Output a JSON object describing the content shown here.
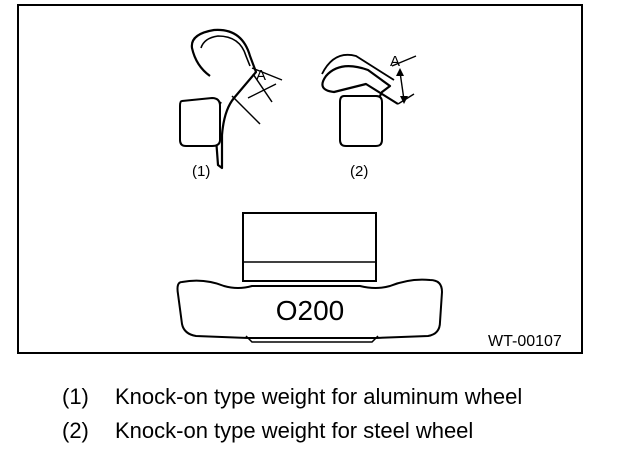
{
  "figure": {
    "callout_1": "(1)",
    "callout_2": "(2)",
    "dimension_label_1": "A",
    "dimension_label_2": "A",
    "weight_stamp": "O200",
    "figure_code": "WT-00107"
  },
  "legend": {
    "items": [
      {
        "num": "(1)",
        "text": "Knock-on type weight for aluminum wheel"
      },
      {
        "num": "(2)",
        "text": "Knock-on type weight for steel wheel"
      }
    ]
  }
}
